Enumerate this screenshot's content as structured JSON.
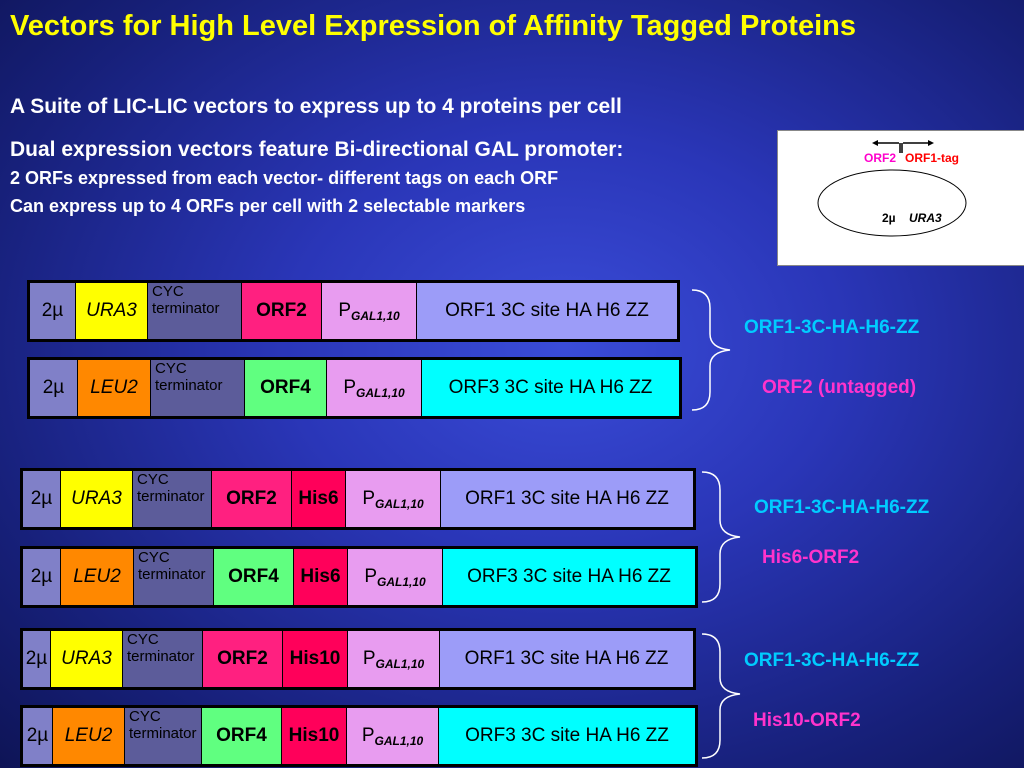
{
  "title": "Vectors for  High Level Expression of Affinity Tagged Proteins",
  "lines": [
    "A Suite of LIC-LIC vectors to express up to 4 proteins per cell",
    "Dual expression vectors feature Bi-directional GAL promoter:",
    "2 ORFs expressed from each vector- different tags on each ORF",
    "Can express up to 4 ORFs per cell with  2 selectable markers"
  ],
  "plasmid": {
    "orf2": "ORF2",
    "orf1": "ORF1-tag",
    "two_mu": "2µ",
    "marker": "URA3"
  },
  "common": {
    "two_mu": "2µ",
    "cyc1": "CYC",
    "cyc2": "terminator",
    "p": "P",
    "gal": "GAL1,10"
  },
  "vectors": [
    {
      "marker": "URA3",
      "orf_a": "ORF2",
      "his": "",
      "orf_b": "ORF1 3C site HA H6 ZZ"
    },
    {
      "marker": "LEU2",
      "orf_a": "ORF4",
      "his": "",
      "orf_b": "ORF3 3C site HA H6 ZZ"
    },
    {
      "marker": "URA3",
      "orf_a": "ORF2",
      "his": "His6",
      "orf_b": "ORF1 3C site HA H6 ZZ"
    },
    {
      "marker": "LEU2",
      "orf_a": "ORF4",
      "his": "His6",
      "orf_b": "ORF3 3C site HA H6 ZZ"
    },
    {
      "marker": "URA3",
      "orf_a": "ORF2",
      "his": "His10",
      "orf_b": "ORF1 3C site HA H6 ZZ"
    },
    {
      "marker": "LEU2",
      "orf_a": "ORF4",
      "his": "His10",
      "orf_b": "ORF3 3C site HA H6 ZZ"
    }
  ],
  "groups": [
    {
      "tag1": "ORF1-3C-HA-H6-ZZ",
      "tag2": "ORF2 (untagged)"
    },
    {
      "tag1": "ORF1-3C-HA-H6-ZZ",
      "tag2": "His6-ORF2"
    },
    {
      "tag1": "ORF1-3C-HA-H6-ZZ",
      "tag2": "His10-ORF2"
    }
  ]
}
